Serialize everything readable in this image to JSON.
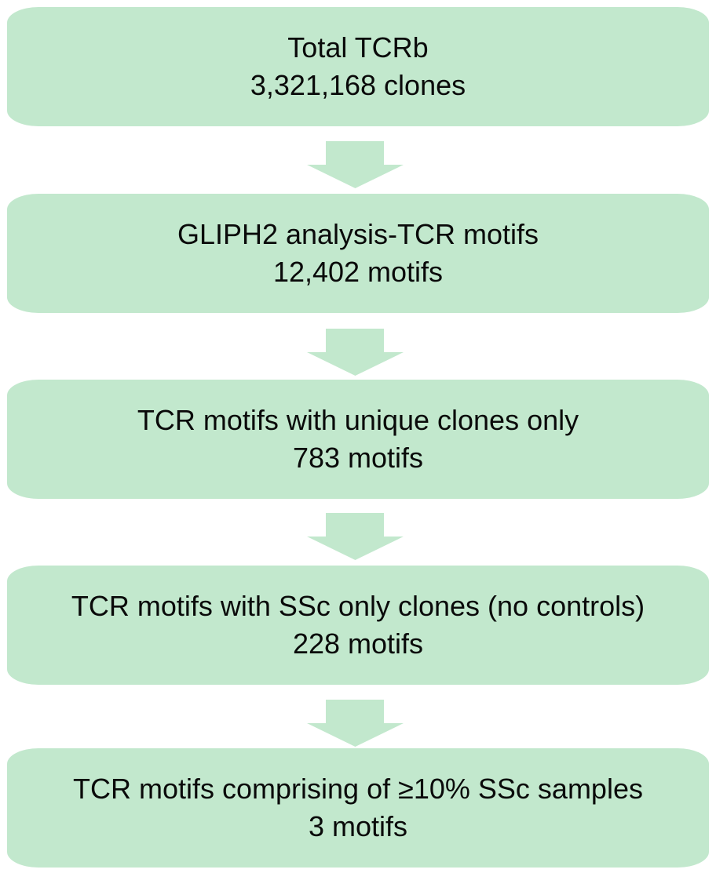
{
  "flowchart": {
    "fill_color": "#c2e8cd",
    "text_color": "#0a0a0a",
    "steps": [
      {
        "title": "Total TCRb",
        "count": "3,321,168 clones"
      },
      {
        "title": "GLIPH2 analysis-TCR motifs",
        "count": "12,402 motifs"
      },
      {
        "title": "TCR motifs with unique clones only",
        "count": "783 motifs"
      },
      {
        "title": "TCR motifs with SSc only clones (no controls)",
        "count": "228 motifs"
      },
      {
        "title": "TCR motifs comprising of ≥10% SSc samples",
        "count": "3 motifs"
      }
    ],
    "arrows": [
      {
        "icon": "down-arrow-icon"
      },
      {
        "icon": "down-arrow-icon"
      },
      {
        "icon": "down-arrow-icon"
      },
      {
        "icon": "down-arrow-icon"
      }
    ]
  }
}
